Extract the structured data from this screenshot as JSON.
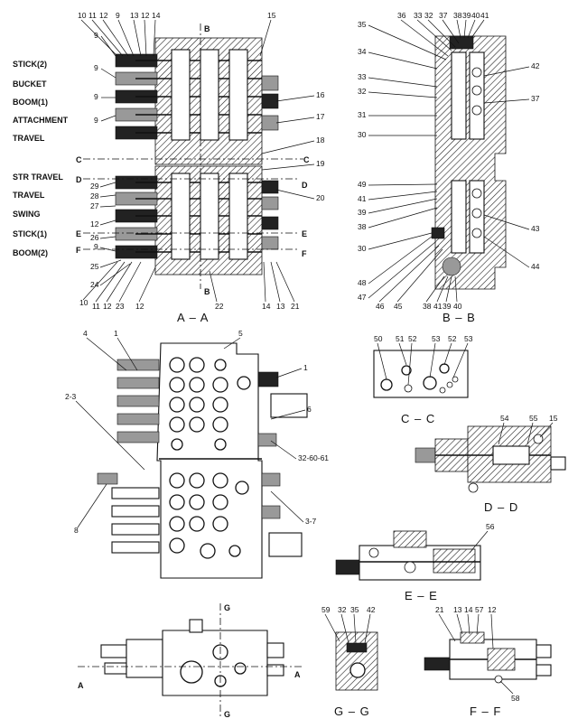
{
  "section_labels": [
    "STICK(2)",
    "BUCKET",
    "BOOM(1)",
    "ATTACHMENT",
    "TRAVEL",
    "STR TRAVEL",
    "TRAVEL",
    "SWING",
    "STICK(1)",
    "BOOM(2)"
  ],
  "view_captions": {
    "aa": "A – A",
    "bb": "B – B",
    "cc": "C – C",
    "dd": "D – D",
    "ee": "E – E",
    "ff": "F – F",
    "gg": "G – G"
  },
  "cut_markers": {
    "a": "A",
    "b": "B",
    "c": "C",
    "d": "D",
    "e": "E",
    "f": "F",
    "g": "G"
  },
  "aa_callouts": {
    "top": [
      "10",
      "11",
      "12",
      "9",
      "13",
      "12",
      "14",
      "15"
    ],
    "left": [
      "9",
      "9",
      "9",
      "9",
      "29",
      "28",
      "27",
      "12",
      "26",
      "9",
      "25",
      "24"
    ],
    "right": [
      "16",
      "17",
      "18",
      "19",
      "20"
    ],
    "bottom": [
      "10",
      "11",
      "12",
      "23",
      "12",
      "22",
      "14",
      "13",
      "21"
    ]
  },
  "bb_callouts": {
    "top": [
      "36",
      "33",
      "32",
      "37",
      "38",
      "39",
      "40",
      "41"
    ],
    "left": [
      "35",
      "34",
      "33",
      "32",
      "31",
      "30",
      "49",
      "41",
      "39",
      "38",
      "30",
      "48",
      "47",
      "46",
      "45"
    ],
    "right": [
      "42",
      "37",
      "43",
      "44"
    ],
    "bottom": [
      "38",
      "41",
      "39",
      "40"
    ]
  },
  "cc_callouts": [
    "50",
    "51",
    "52",
    "53",
    "52",
    "53"
  ],
  "dd_callouts": [
    "54",
    "55",
    "15"
  ],
  "ee_callouts": [
    "56"
  ],
  "gg_callouts": [
    "59",
    "32",
    "35",
    "42"
  ],
  "ff_callouts": [
    "21",
    "13",
    "14",
    "57",
    "12",
    "58"
  ],
  "front_callouts": [
    "4",
    "1",
    "5",
    "1",
    "2-3",
    "6",
    "32-60-61",
    "8",
    "3-7"
  ]
}
